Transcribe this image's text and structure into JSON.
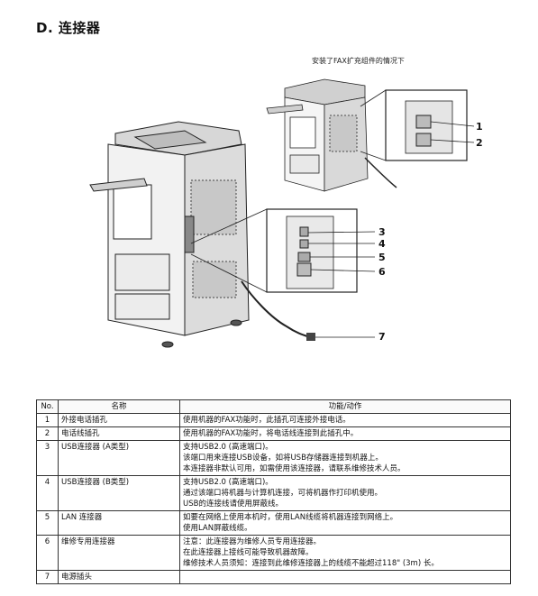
{
  "section_title": "D. 连接器",
  "fax_caption": "安装了FAX扩充组件的情况下",
  "callouts": [
    "1",
    "2",
    "3",
    "4",
    "5",
    "6",
    "7"
  ],
  "table": {
    "headers": {
      "no": "No.",
      "name": "名称",
      "function": "功能/动作"
    },
    "rows": [
      {
        "no": "1",
        "name": "外接电话插孔",
        "lines": [
          "使用机器的FAX功能时，此插孔可连接外接电话。"
        ]
      },
      {
        "no": "2",
        "name": "电话线插孔",
        "lines": [
          "使用机器的FAX功能时，将电话线连接到此插孔中。"
        ]
      },
      {
        "no": "3",
        "name": "USB连接器 (A类型)",
        "lines": [
          "支持USB2.0 (高速端口)。",
          "该端口用来连接USB设备，如将USB存储器连接到机器上。",
          "本连接器非默认可用，如需使用该连接器，请联系维修技术人员。"
        ]
      },
      {
        "no": "4",
        "name": "USB连接器 (B类型)",
        "lines": [
          "支持USB2.0 (高速端口)。",
          "通过该端口将机器与计算机连接，可将机器作打印机使用。",
          "USB的连接线请使用屏蔽线。"
        ]
      },
      {
        "no": "5",
        "name": "LAN 连接器",
        "lines": [
          "如要在网络上使用本机时，使用LAN线缆将机器连接到网络上。",
          "使用LAN屏蔽线缆。"
        ]
      },
      {
        "no": "6",
        "name": "维修专用连接器",
        "lines": [
          "注意：此连接器为维修人员专用连接器。",
          "在此连接器上接线可能导致机器故障。",
          "维修技术人员须知：连接到此维修连接器上的线缆不能超过118\" (3m) 长。"
        ]
      },
      {
        "no": "7",
        "name": "电源插头",
        "lines": []
      }
    ]
  }
}
